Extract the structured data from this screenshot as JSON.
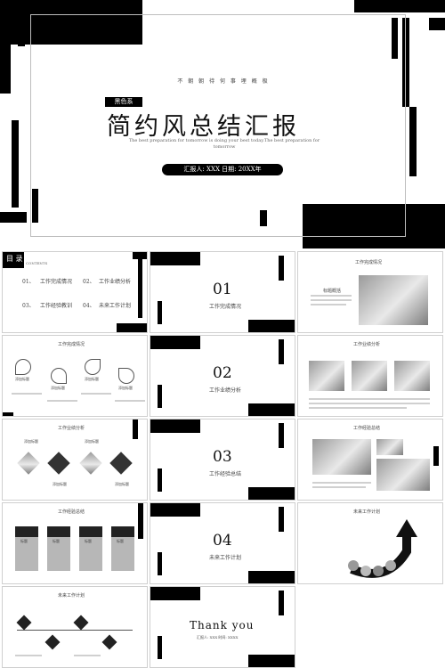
{
  "cover": {
    "tagline": "不 朝 朝 待 何 事 埋 概 极",
    "badge": "黑色系",
    "title": "简约风总结汇报",
    "subtitle": "The best preparation for tomorrow is doing your best today.The best preparation for tomorrow",
    "reporter": "汇报人: XXX  日期: 20XX年"
  },
  "toc": {
    "title": "目 录",
    "title_en": "CONTENTS",
    "items": [
      {
        "no": "01、",
        "label": "工作完成情况"
      },
      {
        "no": "02、",
        "label": "工作业绩分析"
      },
      {
        "no": "03、",
        "label": "工作经验教训"
      },
      {
        "no": "04、",
        "label": "未来工作计划"
      }
    ]
  },
  "sections": [
    {
      "no": "01",
      "label": "工作完成情况"
    },
    {
      "no": "02",
      "label": "工作业绩分析"
    },
    {
      "no": "03",
      "label": "工作经验总结"
    },
    {
      "no": "04",
      "label": "未来工作计划"
    }
  ],
  "slide_titles": {
    "s1": "工作完成情况",
    "s2": "工作完成情况",
    "s3": "工作业绩分析",
    "s4": "工作业绩分析",
    "s5": "工作经验总结",
    "s6": "工作经验总结",
    "s7": "未来工作计划",
    "s8": "未来工作计划"
  },
  "s1_caption": "标题概括",
  "s2_bubbles": [
    "添加标题",
    "添加标题",
    "添加标题",
    "添加标题"
  ],
  "s5_diamond_labels": [
    "添加标题",
    "添加标题",
    "添加标题",
    "添加标题"
  ],
  "s6_card_labels": [
    "标题",
    "标题",
    "标题",
    "标题"
  ],
  "thanks": {
    "title": "Thank you",
    "sub": "汇报人: XXX  时间: XXXX"
  },
  "colors": {
    "black": "#000000",
    "gray": "#9e9e9e"
  }
}
